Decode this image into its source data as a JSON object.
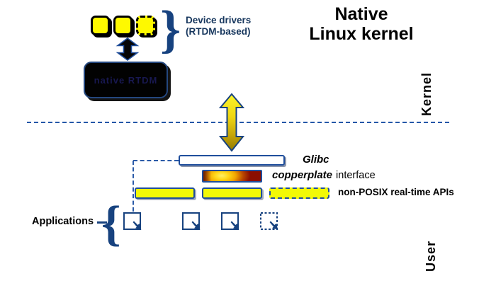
{
  "title": {
    "line1": "Native",
    "line2": "Linux kernel"
  },
  "kernel_zone": {
    "zone_label": "Kernel",
    "device_drivers": {
      "line1": "Device drivers",
      "line2": "(RTDM-based)"
    },
    "core_box": {
      "label": "native RTDM"
    },
    "brace": "}"
  },
  "user_zone": {
    "zone_label": "User",
    "glibc": {
      "label": "Glibc"
    },
    "copperplate": {
      "emphasis": "copperplate",
      "rest": "interface"
    },
    "apis": {
      "label": "non-POSIX real-time APIs"
    },
    "applications": {
      "label": "Applications",
      "brace": "{",
      "icon_count": 4
    }
  },
  "colors": {
    "accent_blue": "#17427F",
    "border_blue": "#1F4E9C",
    "dashed_line_blue": "#2457A8",
    "module_yellow": "#FEF900",
    "api_bar_yellow": "#F2F906",
    "copperplate_dark_red": "#8B0E00",
    "copperplate_hot_yellow": "#FFF066",
    "title_black": "#000000",
    "device_drivers_navy": "#16365D",
    "background": "#FFFFFF"
  }
}
